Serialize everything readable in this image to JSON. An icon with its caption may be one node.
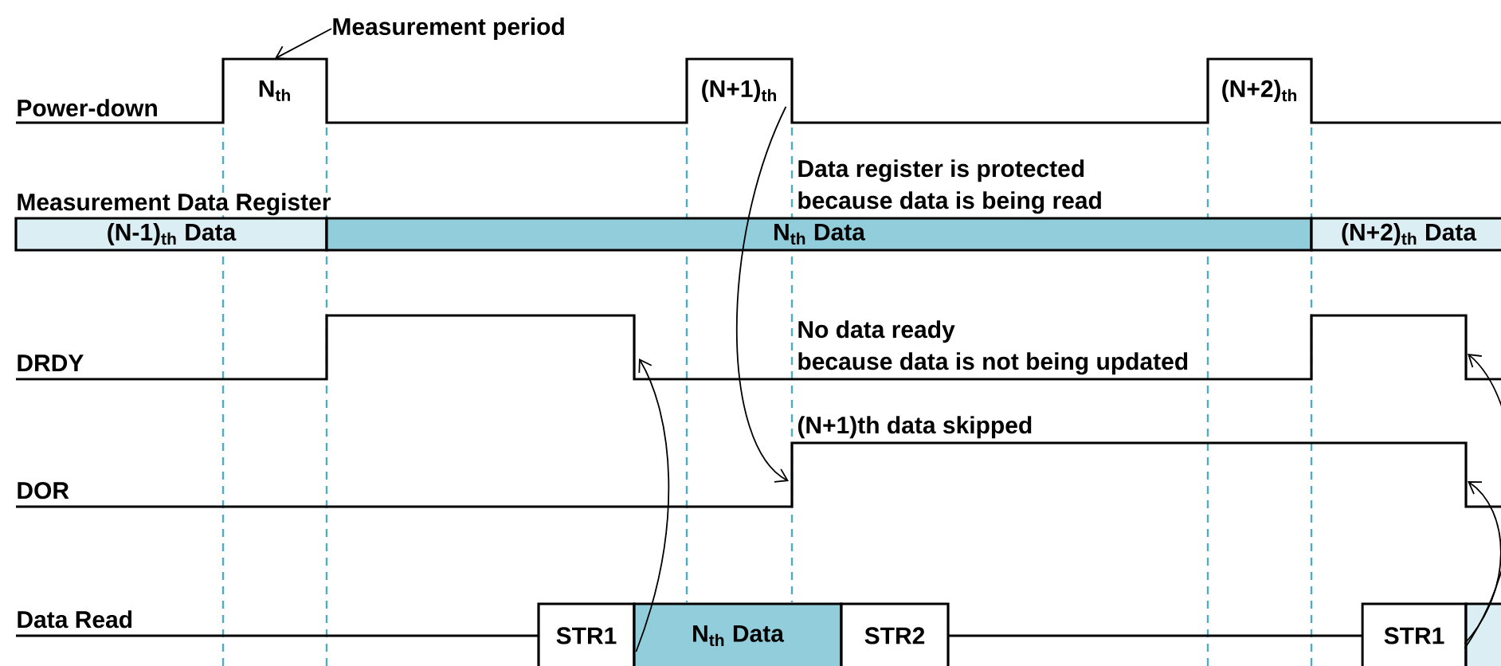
{
  "diagram": {
    "nodes": [
      {
        "text": [
          "Measurement period"
        ]
      },
      {
        "text": [
          "N$_{th}$"
        ]
      },
      {
        "text": [
          "(N+1)$_{th}$"
        ]
      },
      {
        "text": [
          "(N+2)$_{th}$"
        ]
      },
      {
        "text": [
          "(N-1)$_{th}$ Data"
        ]
      },
      {
        "text": [
          "N$_{th}$ Data"
        ]
      },
      {
        "text": [
          "(N+2)$_{th}$ Data"
        ]
      },
      {
        "text": [
          "STR1"
        ]
      },
      {
        "text": [
          "N$_{th}$ Data"
        ]
      },
      {
        "text": [
          "STR2"
        ]
      },
      {
        "text": [
          "STR1"
        ]
      },
      {
        "text": [],
        "shape": "box"
      }
    ],
    "edges": [
      {
        "from": 0,
        "to": 1,
        "arrow": "to"
      },
      {
        "from": 8,
        "to": null,
        "arrow": "to"
      },
      {
        "from": 2,
        "to": null,
        "arrow": "to"
      },
      {
        "from": 11,
        "to": null,
        "arrow": "to"
      },
      {
        "from": 11,
        "to": null,
        "arrow": "to"
      }
    ],
    "labels": [
      "Power-down",
      "Measurement Data Register",
      "Data register is protected",
      "because data is being read",
      "DRDY",
      "No data ready",
      "because data is not being updated",
      "(N+1)th data skipped",
      "DOR",
      "Data Read"
    ]
  }
}
